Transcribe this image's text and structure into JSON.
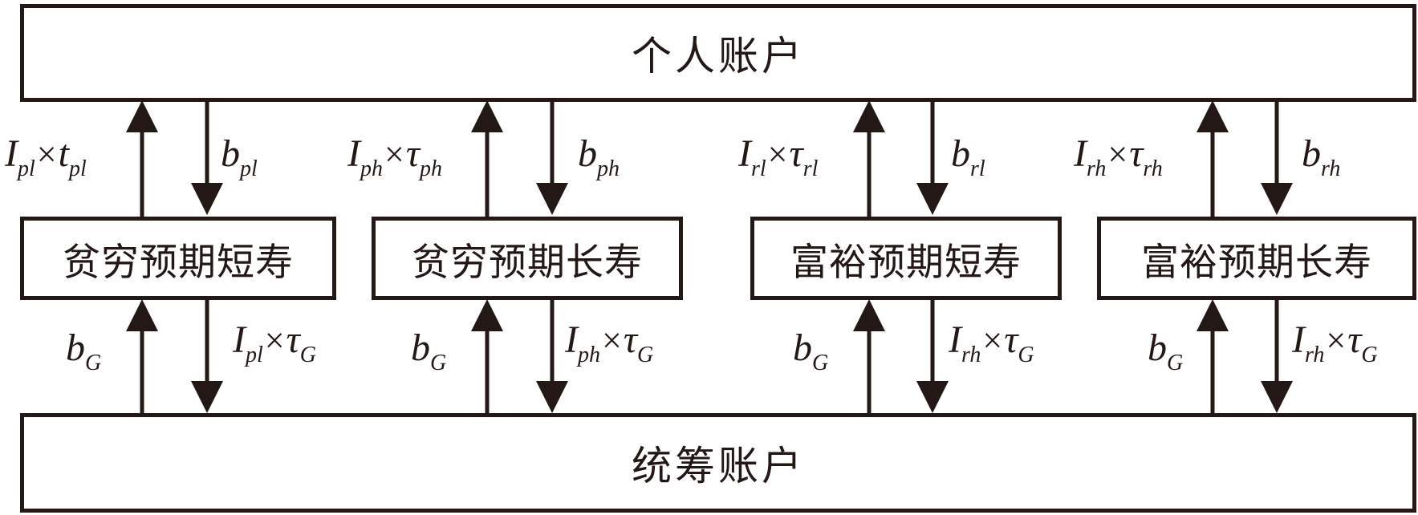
{
  "accounts": {
    "personal": "个人账户",
    "pooled": "统筹账户"
  },
  "groups": [
    {
      "name": "贫穷预期短寿",
      "up_main": "I",
      "up_main_sub": "pl",
      "up_times": "×",
      "up_rate": "t",
      "up_rate_sub": "pl",
      "down_main": "b",
      "down_main_sub": "pl",
      "low_up_main": "b",
      "low_up_sub": "G",
      "low_down_main": "I",
      "low_down_main_sub": "pl",
      "low_down_times": "×",
      "low_down_rate": "τ",
      "low_down_rate_sub": "G"
    },
    {
      "name": "贫穷预期长寿",
      "up_main": "I",
      "up_main_sub": "ph",
      "up_times": "×",
      "up_rate": "τ",
      "up_rate_sub": "ph",
      "down_main": "b",
      "down_main_sub": "ph",
      "low_up_main": "b",
      "low_up_sub": "G",
      "low_down_main": "I",
      "low_down_main_sub": "ph",
      "low_down_times": "×",
      "low_down_rate": "τ",
      "low_down_rate_sub": "G"
    },
    {
      "name": "富裕预期短寿",
      "up_main": "I",
      "up_main_sub": "rl",
      "up_times": "×",
      "up_rate": "τ",
      "up_rate_sub": "rl",
      "down_main": "b",
      "down_main_sub": "rl",
      "low_up_main": "b",
      "low_up_sub": "G",
      "low_down_main": "I",
      "low_down_main_sub": "rh",
      "low_down_times": "×",
      "low_down_rate": "τ",
      "low_down_rate_sub": "G"
    },
    {
      "name": "富裕预期长寿",
      "up_main": "I",
      "up_main_sub": "rh",
      "up_times": "×",
      "up_rate": "τ",
      "up_rate_sub": "rh",
      "down_main": "b",
      "down_main_sub": "rh",
      "low_up_main": "b",
      "low_up_sub": "G",
      "low_down_main": "I",
      "low_down_main_sub": "rh",
      "low_down_times": "×",
      "low_down_rate": "τ",
      "low_down_rate_sub": "G"
    }
  ]
}
